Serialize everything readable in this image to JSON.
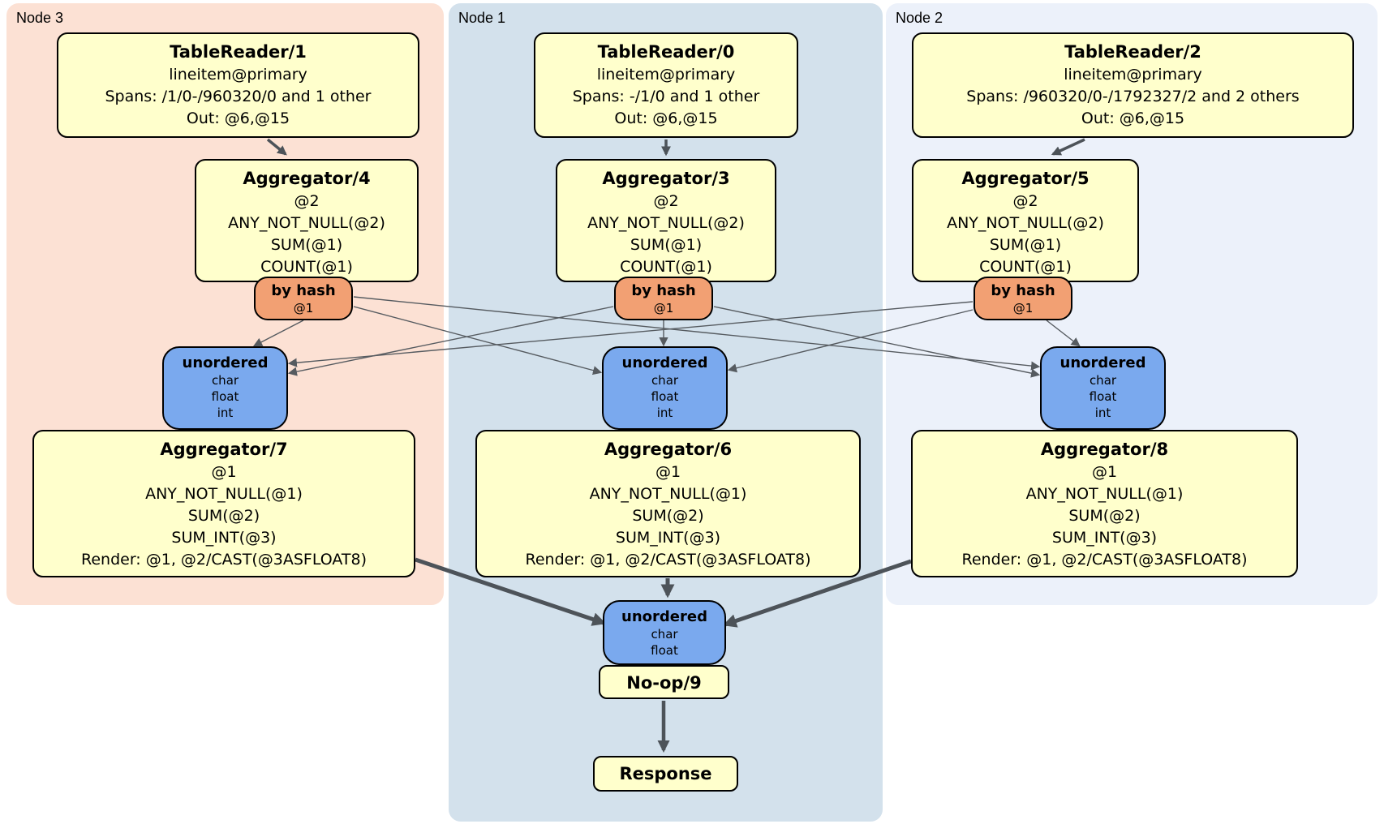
{
  "nodes": {
    "node3": {
      "label": "Node 3",
      "table_reader": {
        "title": "TableReader/1",
        "lines": [
          "lineitem@primary",
          "Spans: /1/0-/960320/0 and 1 other",
          "Out: @6,@15"
        ]
      },
      "aggregator_top": {
        "title": "Aggregator/4",
        "lines": [
          "@2",
          "ANY_NOT_NULL(@2)",
          "SUM(@1)",
          "COUNT(@1)"
        ]
      },
      "router": {
        "title": "by hash",
        "lines": [
          "@1"
        ]
      },
      "sync": {
        "title": "unordered",
        "lines": [
          "char",
          "float",
          "int"
        ]
      },
      "aggregator_bottom": {
        "title": "Aggregator/7",
        "lines": [
          "@1",
          "ANY_NOT_NULL(@1)",
          "SUM(@2)",
          "SUM_INT(@3)",
          "Render: @1, @2/CAST(@3ASFLOAT8)"
        ]
      }
    },
    "node1": {
      "label": "Node 1",
      "table_reader": {
        "title": "TableReader/0",
        "lines": [
          "lineitem@primary",
          "Spans: -/1/0 and 1 other",
          "Out: @6,@15"
        ]
      },
      "aggregator_top": {
        "title": "Aggregator/3",
        "lines": [
          "@2",
          "ANY_NOT_NULL(@2)",
          "SUM(@1)",
          "COUNT(@1)"
        ]
      },
      "router": {
        "title": "by hash",
        "lines": [
          "@1"
        ]
      },
      "sync": {
        "title": "unordered",
        "lines": [
          "char",
          "float",
          "int"
        ]
      },
      "aggregator_bottom": {
        "title": "Aggregator/6",
        "lines": [
          "@1",
          "ANY_NOT_NULL(@1)",
          "SUM(@2)",
          "SUM_INT(@3)",
          "Render: @1, @2/CAST(@3ASFLOAT8)"
        ]
      },
      "final_sync": {
        "title": "unordered",
        "lines": [
          "char",
          "float"
        ]
      },
      "noop": {
        "title": "No-op/9"
      },
      "response": {
        "title": "Response"
      }
    },
    "node2": {
      "label": "Node 2",
      "table_reader": {
        "title": "TableReader/2",
        "lines": [
          "lineitem@primary",
          "Spans: /960320/0-/1792327/2 and 2 others",
          "Out: @6,@15"
        ]
      },
      "aggregator_top": {
        "title": "Aggregator/5",
        "lines": [
          "@2",
          "ANY_NOT_NULL(@2)",
          "SUM(@1)",
          "COUNT(@1)"
        ]
      },
      "router": {
        "title": "by hash",
        "lines": [
          "@1"
        ]
      },
      "sync": {
        "title": "unordered",
        "lines": [
          "char",
          "float",
          "int"
        ]
      },
      "aggregator_bottom": {
        "title": "Aggregator/8",
        "lines": [
          "@1",
          "ANY_NOT_NULL(@1)",
          "SUM(@2)",
          "SUM_INT(@3)",
          "Render: @1, @2/CAST(@3ASFLOAT8)"
        ]
      }
    }
  },
  "edges": [
    {
      "from": "TableReader/1",
      "to": "Aggregator/4",
      "kind": "flow"
    },
    {
      "from": "TableReader/0",
      "to": "Aggregator/3",
      "kind": "flow"
    },
    {
      "from": "TableReader/2",
      "to": "Aggregator/5",
      "kind": "flow"
    },
    {
      "from": "by hash @1 (Node 3)",
      "to": "unordered (Node 3)",
      "kind": "stream"
    },
    {
      "from": "by hash @1 (Node 3)",
      "to": "unordered (Node 1)",
      "kind": "stream"
    },
    {
      "from": "by hash @1 (Node 3)",
      "to": "unordered (Node 2)",
      "kind": "stream"
    },
    {
      "from": "by hash @1 (Node 1)",
      "to": "unordered (Node 3)",
      "kind": "stream"
    },
    {
      "from": "by hash @1 (Node 1)",
      "to": "unordered (Node 1)",
      "kind": "stream"
    },
    {
      "from": "by hash @1 (Node 1)",
      "to": "unordered (Node 2)",
      "kind": "stream"
    },
    {
      "from": "by hash @1 (Node 2)",
      "to": "unordered (Node 3)",
      "kind": "stream"
    },
    {
      "from": "by hash @1 (Node 2)",
      "to": "unordered (Node 1)",
      "kind": "stream"
    },
    {
      "from": "by hash @1 (Node 2)",
      "to": "unordered (Node 2)",
      "kind": "stream"
    },
    {
      "from": "Aggregator/7",
      "to": "unordered final (Node 1)",
      "kind": "flow"
    },
    {
      "from": "Aggregator/6",
      "to": "unordered final (Node 1)",
      "kind": "flow"
    },
    {
      "from": "Aggregator/8",
      "to": "unordered final (Node 1)",
      "kind": "flow"
    },
    {
      "from": "No-op/9",
      "to": "Response",
      "kind": "flow"
    }
  ],
  "colors": {
    "node3_bg": "#FCE1D4",
    "node1_bg": "#D3E1EC",
    "node2_bg": "#ECF1FA",
    "processor_bg": "#FFFFCC",
    "router_bg": "#F2A073",
    "sync_bg": "#7AA9EE",
    "edge": "#4D5359"
  }
}
